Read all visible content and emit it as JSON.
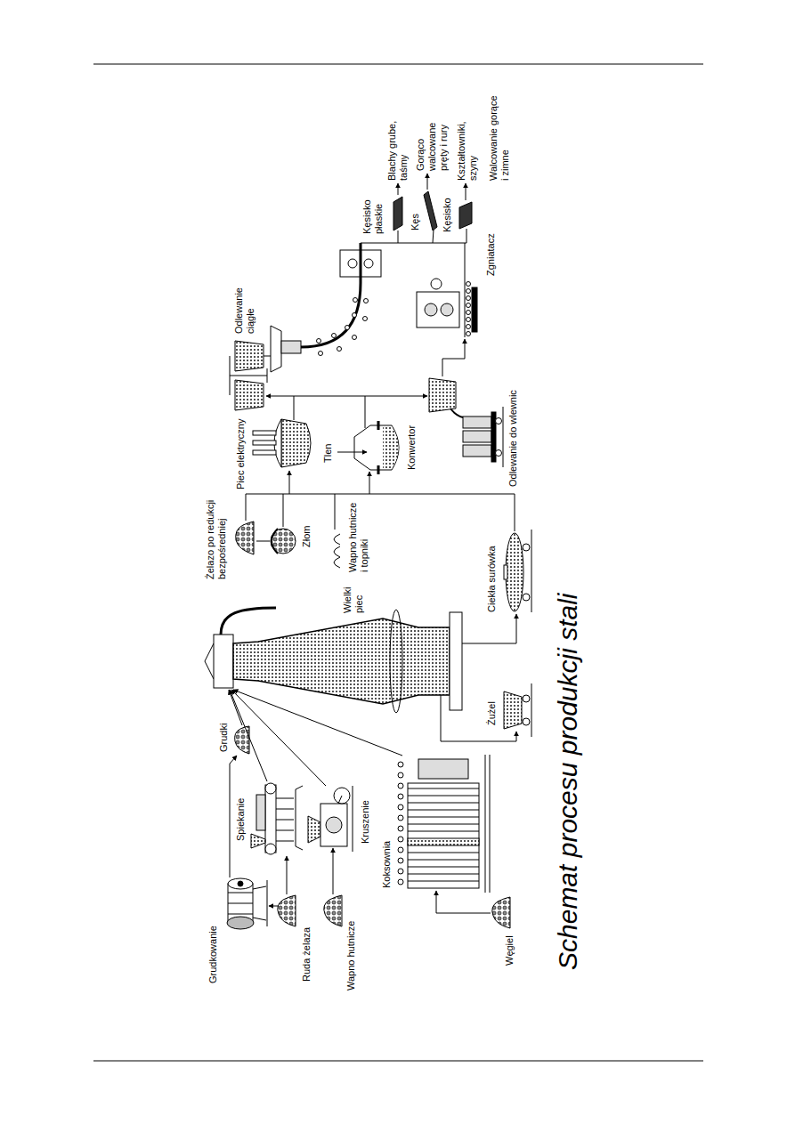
{
  "diagram": {
    "caption": "Schemat procesu produkcji stali",
    "labels": [
      "Grudkowanie",
      "Ruda żelaza",
      "Wapno hutnicze",
      "Spiekanie",
      "Kruszenie",
      "Grudki",
      "Koksownia",
      "Węgiel",
      "Wielki piec",
      "Żużel",
      "Ciekła surówka",
      "Żelazo po redukcji bezpośredniej",
      "Złom",
      "Wapno hutnicze i topniki",
      "Piec elektryczny",
      "Tlen",
      "Konwertor",
      "Odlewanie ciągłe",
      "Odlewanie do wlewnic",
      "Zgniatacz",
      "Kęsisko płaskie",
      "Blachy grube, taśmy",
      "Kęs",
      "Gorąco walcowane pręty i rury",
      "Kęsisko",
      "Kształtowniki, szyny",
      "Walcowanie gorące i zimne"
    ]
  }
}
